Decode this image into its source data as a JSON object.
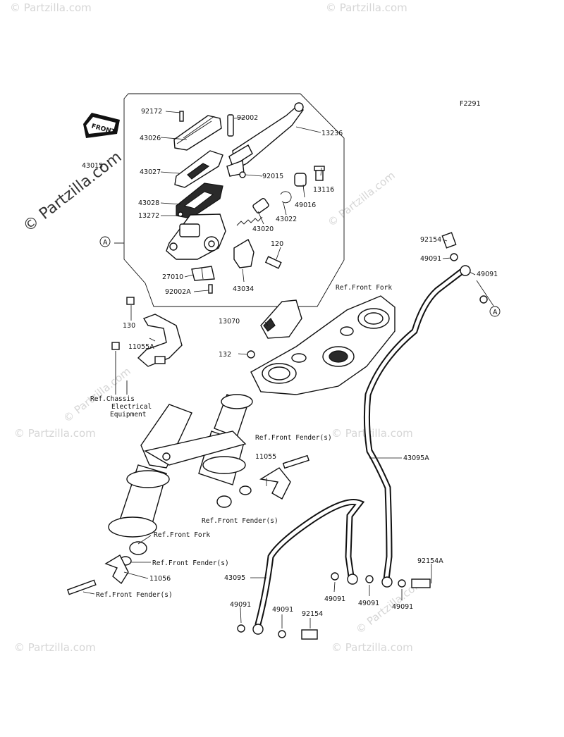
{
  "figure_code": "F2291",
  "watermark_text": "© Partzilla.com",
  "front_arrow_label": "FRONT",
  "callout_letter": "A",
  "labels": {
    "p92172": "92172",
    "p92002": "92002",
    "p13236": "13236",
    "p43026": "43026",
    "p43015": "43015",
    "p43027": "43027",
    "p92015": "92015",
    "p13116": "13116",
    "p43028": "43028",
    "p49016": "49016",
    "p13272": "13272",
    "p43020": "43020",
    "p43022": "43022",
    "p120": "120",
    "p27010": "27010",
    "p92002A": "92002A",
    "p43034": "43034",
    "p92154_top": "92154",
    "p49091_top": "49091",
    "p49091_right": "49091",
    "ref_front_fork_top": "Ref.Front Fork",
    "p130": "130",
    "p13070": "13070",
    "p11055A": "11055A",
    "p132": "132",
    "ref_chassis_1": "Ref.Chassis",
    "ref_chassis_2": "Electrical",
    "ref_chassis_3": "Equipment",
    "ref_front_fender_1": "Ref.Front Fender(s)",
    "p11055": "11055",
    "p43095A": "43095A",
    "ref_front_fender_2": "Ref.Front Fender(s)",
    "ref_front_fork_2": "Ref.Front Fork",
    "ref_front_fender_3": "Ref.Front Fender(s)",
    "p11056": "11056",
    "ref_front_fender_4": "Ref.Front Fender(s)",
    "p92154A": "92154A",
    "p43095": "43095",
    "p49091_a": "49091",
    "p49091_b": "49091",
    "p49091_c": "49091",
    "p49091_d": "49091",
    "p49091_e": "49091",
    "p92154_bottom": "92154"
  },
  "colors": {
    "line": "#111111",
    "watermark": "#d6d6d6"
  }
}
